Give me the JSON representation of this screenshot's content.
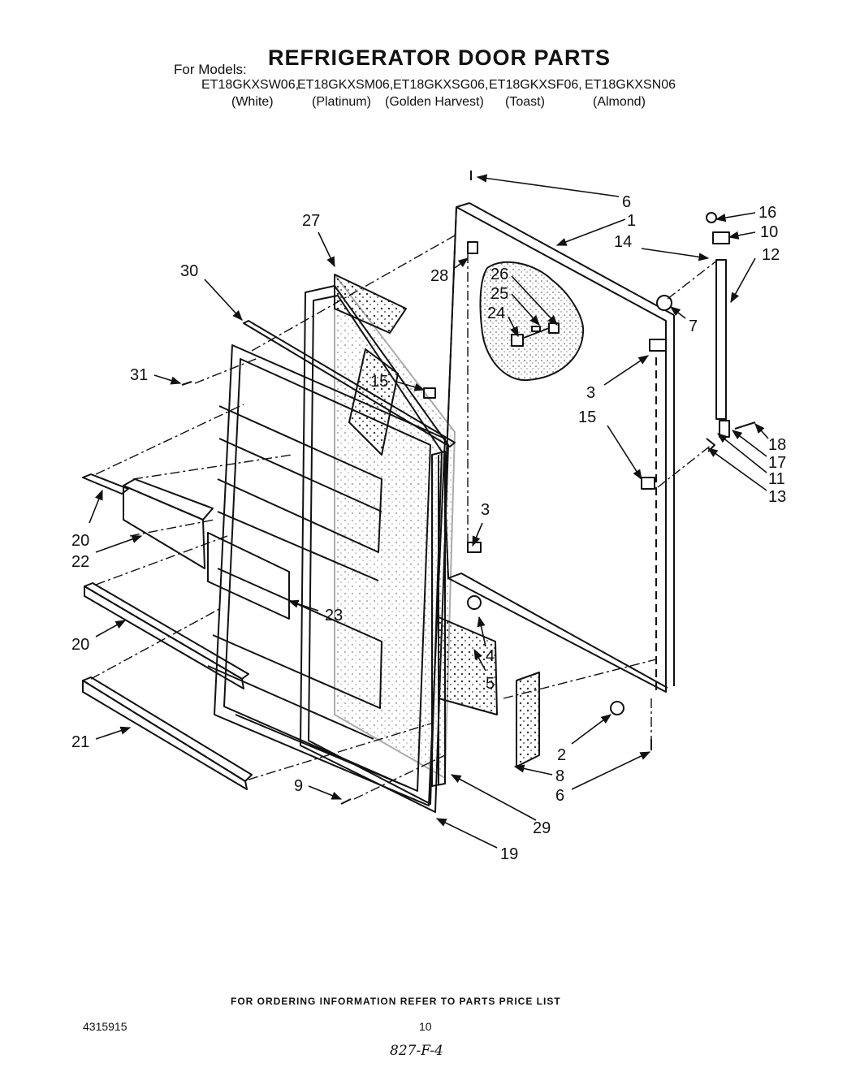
{
  "header": {
    "for_models_label": "For Models:",
    "title": "REFRIGERATOR DOOR PARTS",
    "models": [
      "ET18GKXSW06,",
      "ET18GKXSM06,",
      "ET18GKXSG06,",
      "ET18GKXSF06,",
      "ET18GKXSN06"
    ],
    "finishes": [
      "(White)",
      "(Platinum)",
      "(Golden Harvest)",
      "(Toast)",
      "(Almond)"
    ]
  },
  "callouts": [
    "6",
    "1",
    "16",
    "10",
    "12",
    "14",
    "7",
    "27",
    "28",
    "26",
    "25",
    "24",
    "30",
    "31",
    "15",
    "3",
    "15",
    "18",
    "17",
    "11",
    "13",
    "20",
    "22",
    "3",
    "23",
    "20",
    "4",
    "5",
    "2",
    "21",
    "9",
    "8",
    "6",
    "29",
    "19"
  ],
  "footer": {
    "ordering_note": "FOR ORDERING INFORMATION REFER TO PARTS PRICE LIST",
    "document_number": "4315915",
    "page_number": "10",
    "handwritten_note": "827-F-4"
  }
}
